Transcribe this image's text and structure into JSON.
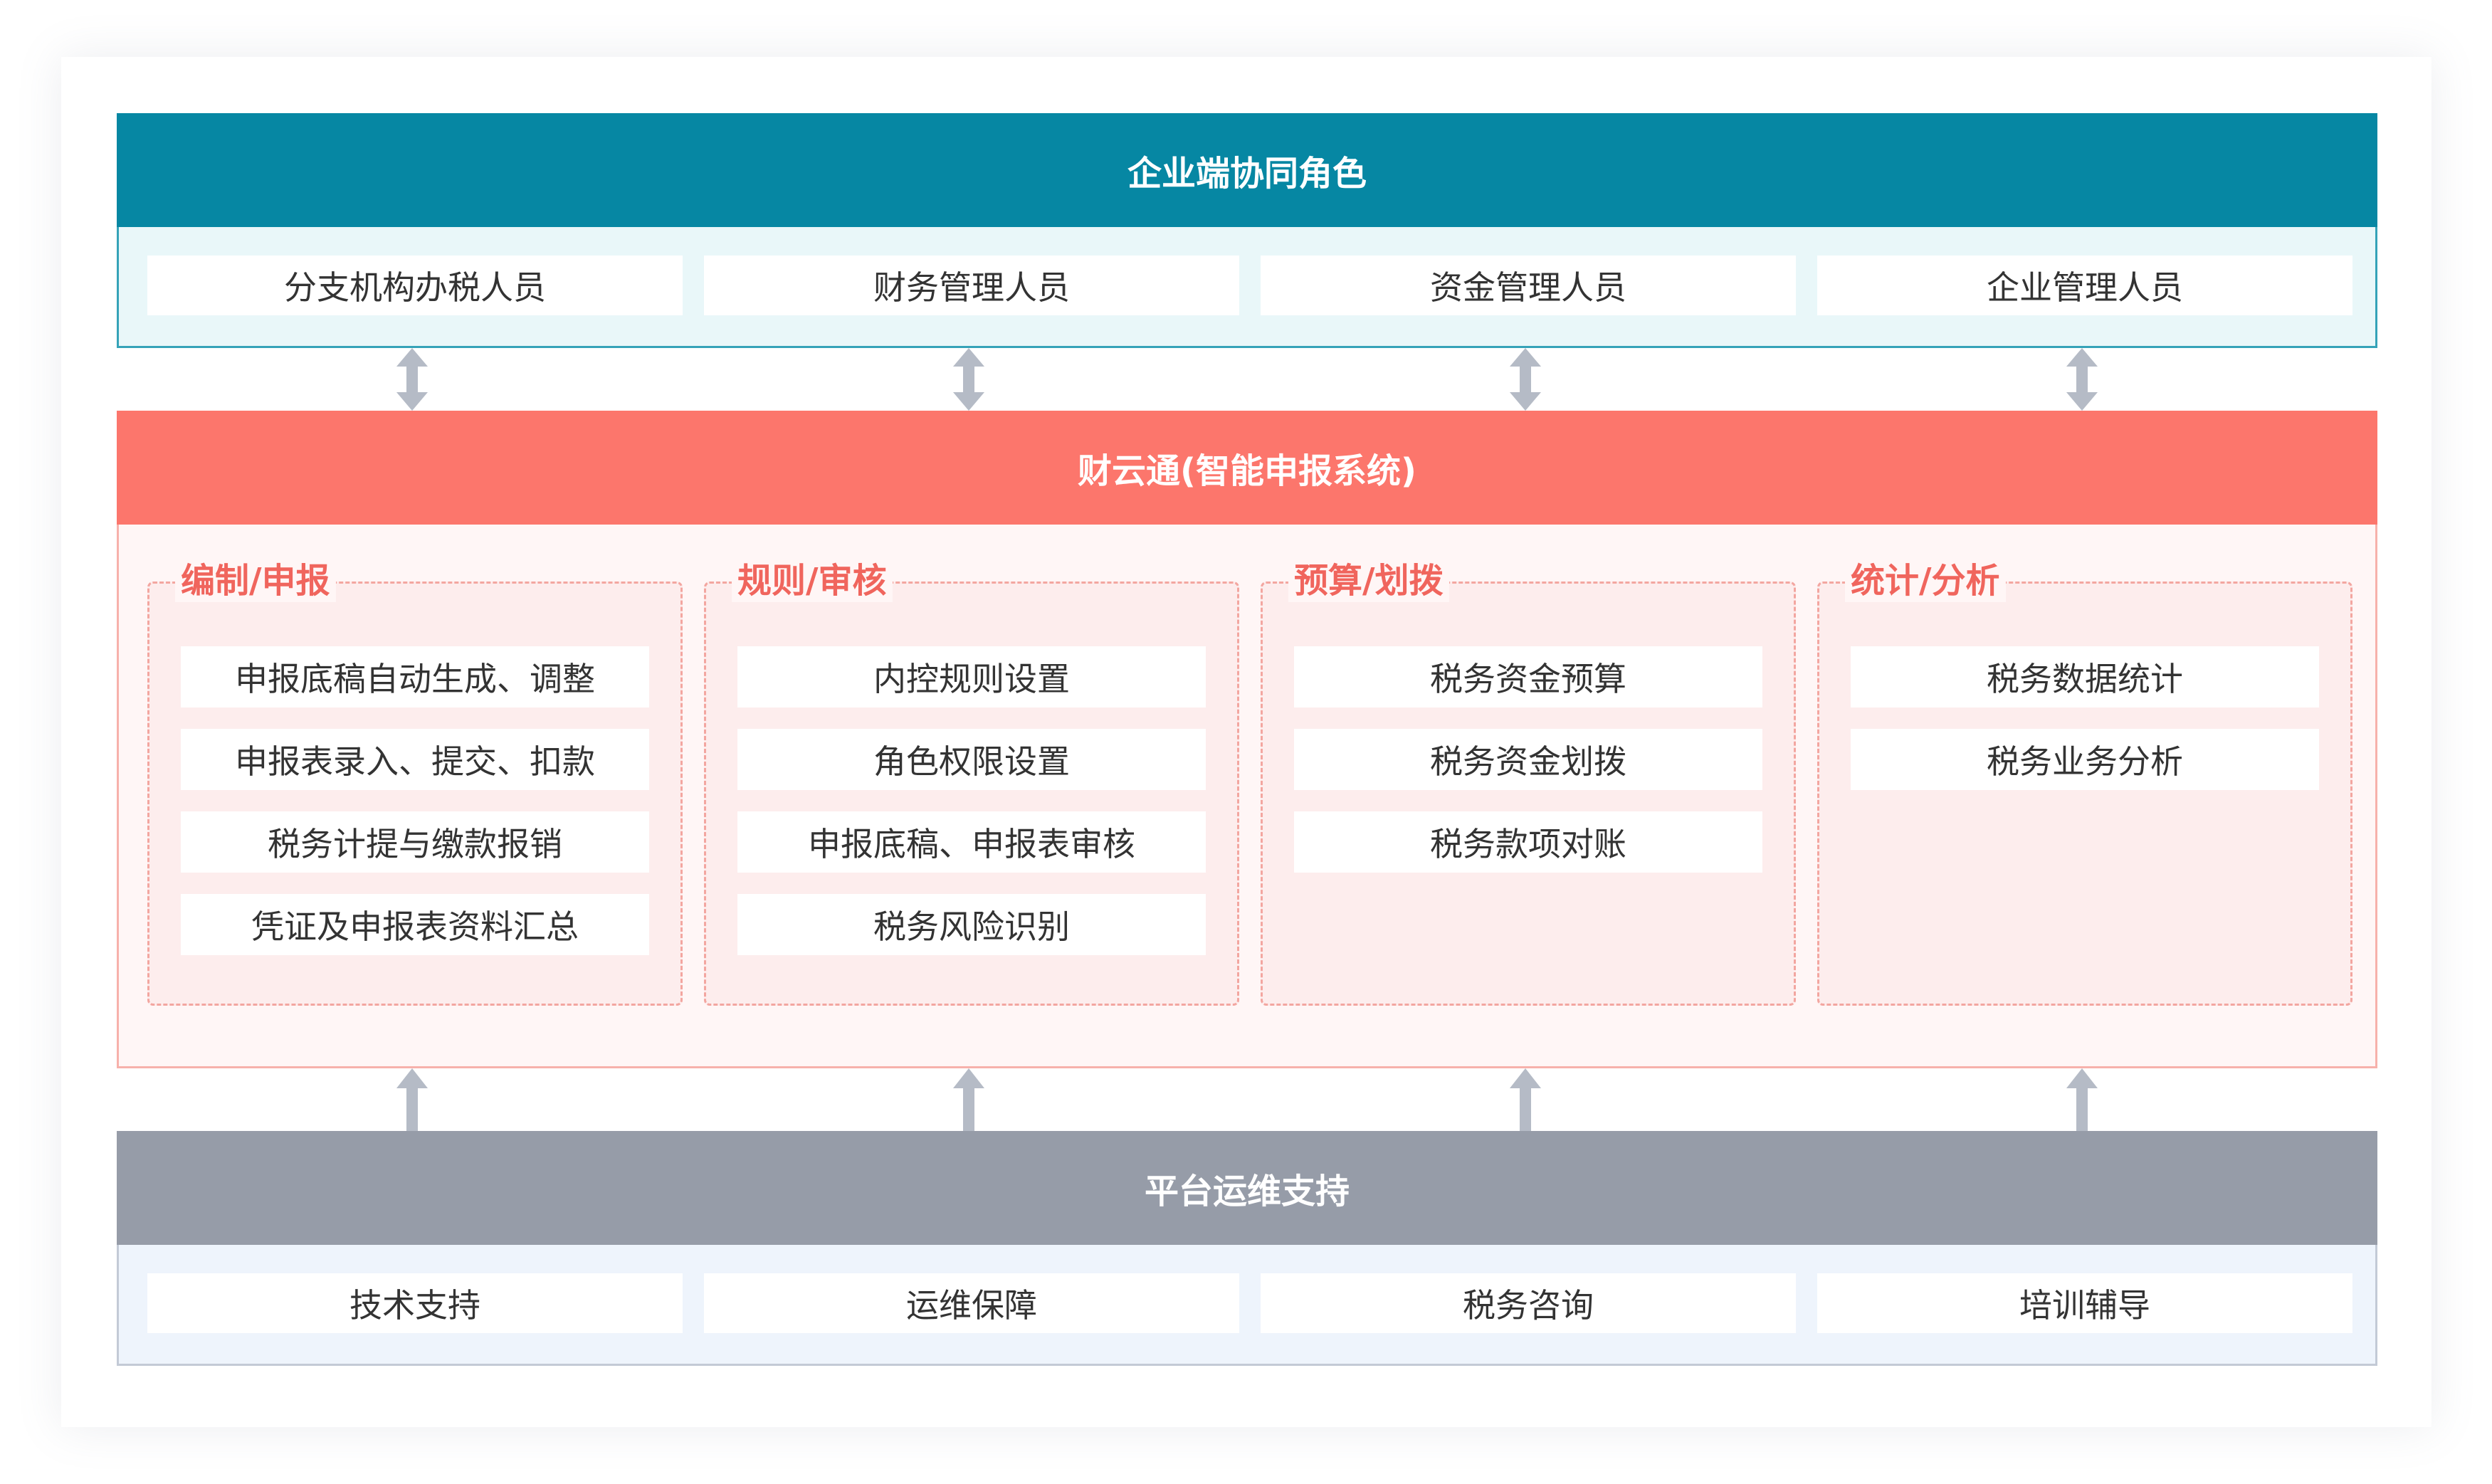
{
  "top_section": {
    "title": "企业端协同角色",
    "roles": [
      "分支机构办税人员",
      "财务管理人员",
      "资金管理人员",
      "企业管理人员"
    ]
  },
  "middle_section": {
    "title": "财云通(智能申报系统)",
    "modules": [
      {
        "title": "编制/申报",
        "items": [
          "申报底稿自动生成、调整",
          "申报表录入、提交、扣款",
          "税务计提与缴款报销",
          "凭证及申报表资料汇总"
        ]
      },
      {
        "title": "规则/审核",
        "items": [
          "内控规则设置",
          "角色权限设置",
          "申报底稿、申报表审核",
          "税务风险识别"
        ]
      },
      {
        "title": "预算/划拨",
        "items": [
          "税务资金预算",
          "税务资金划拨",
          "税务款项对账"
        ]
      },
      {
        "title": "统计/分析",
        "items": [
          "税务数据统计",
          "税务业务分析"
        ]
      }
    ]
  },
  "bottom_section": {
    "title": "平台运维支持",
    "items": [
      "技术支持",
      "运维保障",
      "税务咨询",
      "培训辅导"
    ]
  },
  "colors": {
    "top_header": "#0687a3",
    "middle_header": "#fc766c",
    "bottom_header": "#969ca8",
    "module_title": "#f0655d",
    "arrow": "#b5bbc6"
  }
}
